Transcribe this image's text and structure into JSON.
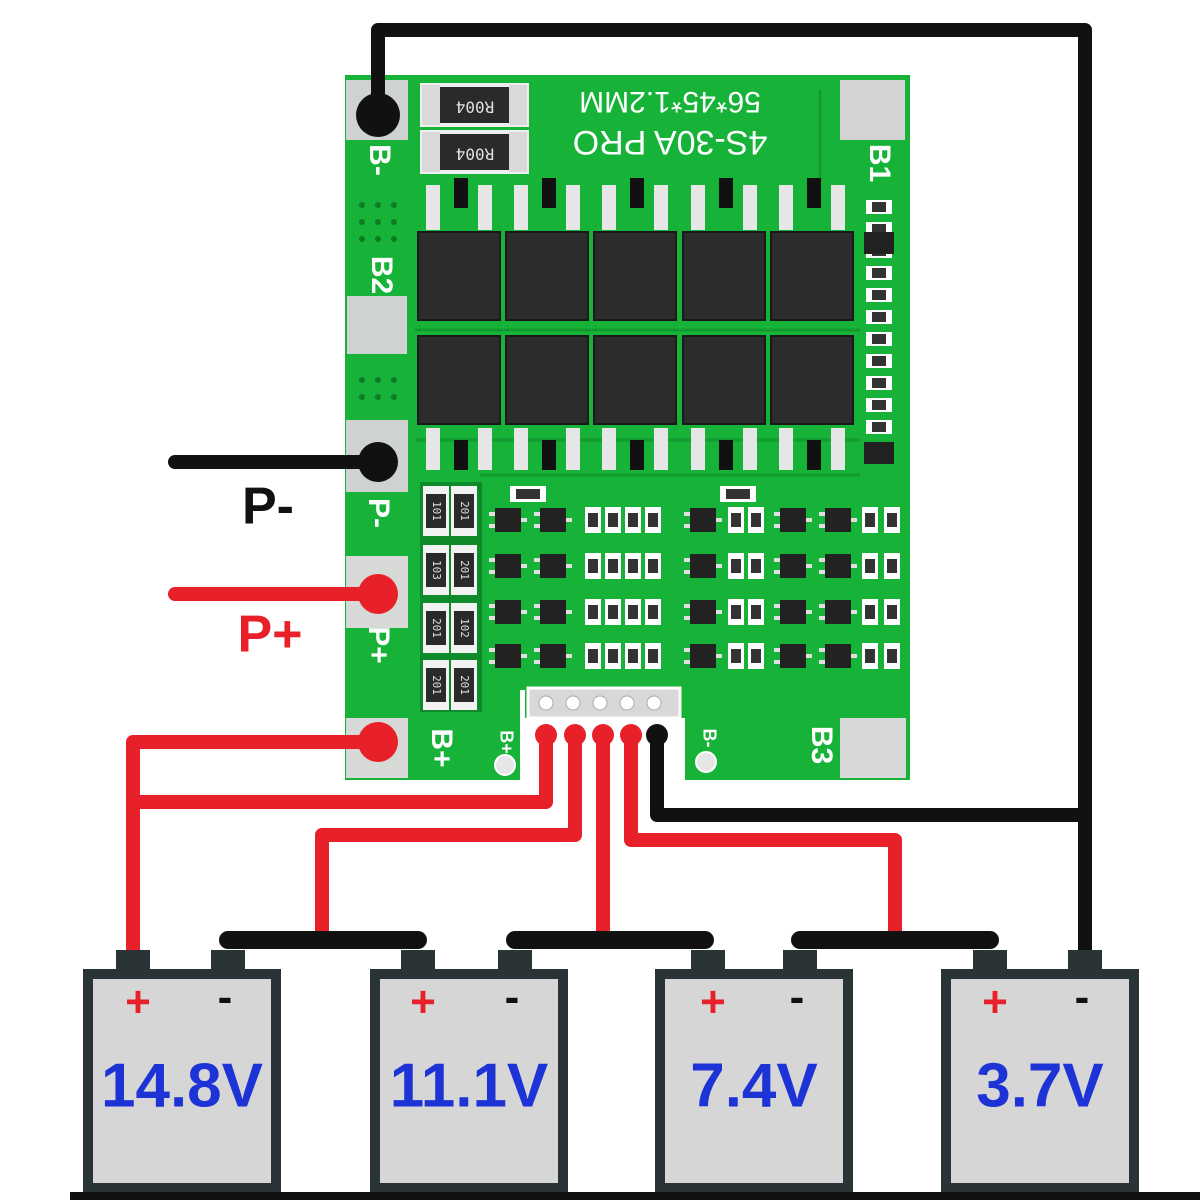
{
  "board": {
    "model_text": "4S-30A PRO",
    "size_text": "56*45*1.2MM",
    "pad_labels": {
      "b_minus": "B-",
      "b1": "B1",
      "b2": "B2",
      "p_minus": "P-",
      "p_plus": "P+",
      "b_plus": "B+",
      "b3": "B3",
      "conn_b_plus": "B+",
      "conn_b_minus": "B-"
    },
    "shunt_text": "R004",
    "resistor_codes": [
      "101",
      "201",
      "103",
      "201",
      "201",
      "102",
      "201",
      "201"
    ]
  },
  "wire_labels": {
    "p_minus": "P-",
    "p_plus": "P+"
  },
  "batteries": [
    {
      "plus": "+",
      "minus": "-",
      "voltage": "14.8V"
    },
    {
      "plus": "+",
      "minus": "-",
      "voltage": "11.1V"
    },
    {
      "plus": "+",
      "minus": "-",
      "voltage": "7.4V"
    },
    {
      "plus": "+",
      "minus": "-",
      "voltage": "3.7V"
    }
  ],
  "colors": {
    "pcb": "#16b338",
    "pcb_dark": "#0f8a2a",
    "wire_positive": "#e8202a",
    "wire_negative": "#111111",
    "battery_body": "#d6d6d6",
    "voltage_text": "#1d33d6",
    "plus_sign": "#e8202a"
  }
}
